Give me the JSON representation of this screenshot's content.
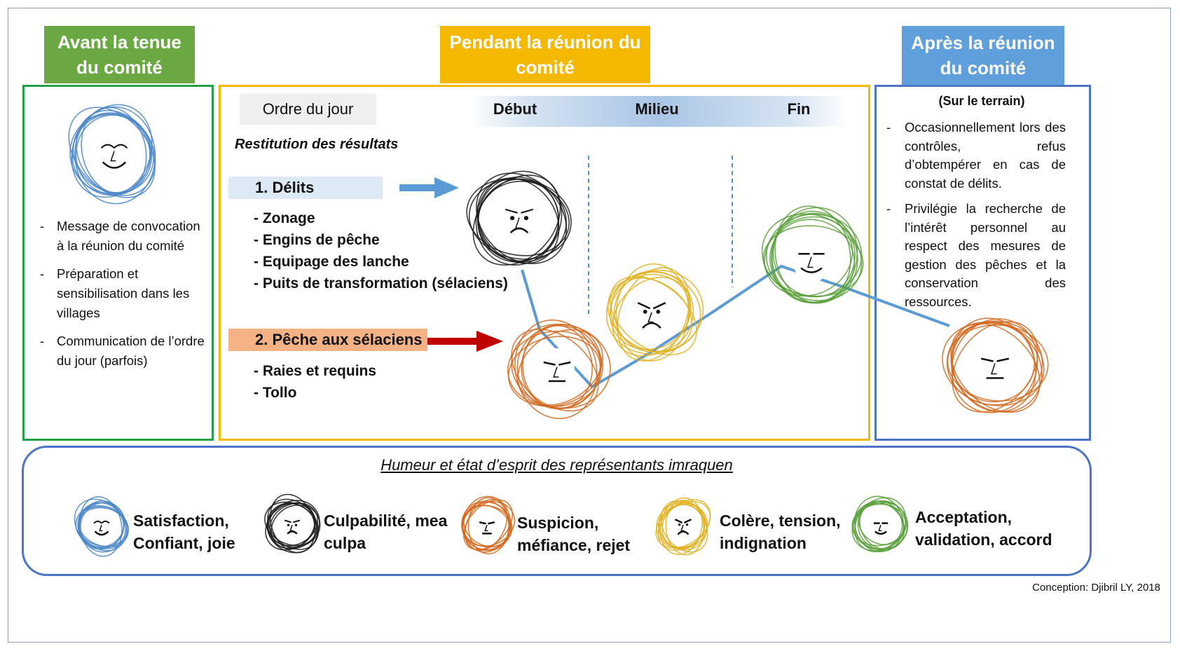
{
  "phases": {
    "before": {
      "title": "Avant la tenue du comité",
      "color": "#6aa842"
    },
    "during": {
      "title": "Pendant la réunion du comité",
      "color": "#f5b800"
    },
    "after": {
      "title": "Après la réunion du comité",
      "color": "#5f9fdb"
    }
  },
  "before": {
    "items": [
      "Message de convocation à la réunion du comité",
      "Préparation et sensibilisation dans les villages",
      "Communication de l’ordre du jour (parfois)"
    ]
  },
  "during": {
    "agenda_label": "Ordre du jour",
    "timeline": {
      "start": "Début",
      "middle": "Milieu",
      "end": "Fin"
    },
    "restitution": "Restitution des résultats",
    "topic1": {
      "title": "1. Délits",
      "items": [
        "- Zonage",
        "- Engins de pêche",
        "- Equipage des lanche",
        "- Puits de transformation (sélaciens)"
      ]
    },
    "topic2": {
      "title": "2. Pêche aux sélaciens",
      "items": [
        "- Raies et requins",
        "- Tollo"
      ]
    }
  },
  "after": {
    "subtitle": "(Sur le terrain)",
    "items": [
      "Occasionnellement lors des contrôles, refus d’obtempérer en cas de constat de délits.",
      "Privilégie la recherche de l’intérêt personnel au respect des mesures de gestion des pêches et la conservation des ressources."
    ]
  },
  "legend": {
    "title": "Humeur et état d’esprit des représentants imraquen",
    "entries": [
      {
        "line1": "Satisfaction,",
        "line2": "Confiant, joie",
        "color": "#4a86c8",
        "mood": "happy"
      },
      {
        "line1": "Culpabilité, mea",
        "line2": "culpa",
        "color": "#1a1a1a",
        "mood": "sad"
      },
      {
        "line1": "Suspicion,",
        "line2": "méfiance, rejet",
        "color": "#d2691e",
        "mood": "suspicious"
      },
      {
        "line1": "Colère, tension,",
        "line2": "indignation",
        "color": "#e0b020",
        "mood": "angry"
      },
      {
        "line1": "Acceptation,",
        "line2": "validation, accord",
        "color": "#5aa03c",
        "mood": "accepting"
      }
    ]
  },
  "credit": "Conception: Djibril LY, 2018"
}
